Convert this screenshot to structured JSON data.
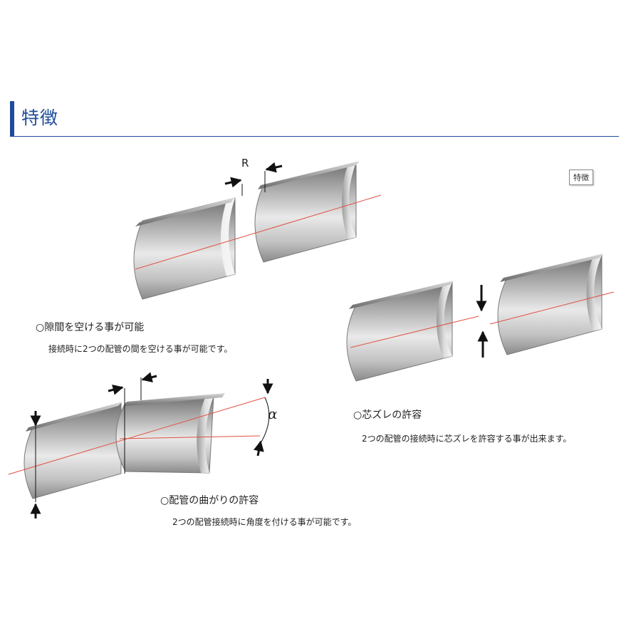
{
  "section": {
    "title": "特徴",
    "tag": "特徴"
  },
  "features": [
    {
      "heading": "○隙間を空ける事が可能",
      "description": "接続時に2つの配管の間を空ける事が可能です。",
      "dimension_label": "R"
    },
    {
      "heading": "○芯ズレの許容",
      "description": "2つの配管の接続時に芯ズレを許容する事が出来ます。"
    },
    {
      "heading": "○配管の曲がりの許容",
      "description": "2つの配管接続時に角度を付ける事が可能です。",
      "angle_label": "α"
    }
  ],
  "colors": {
    "accent": "#1e4b9c",
    "center_line": "#e05040",
    "pipe_dark": "#7d7d7d",
    "pipe_light": "#f2f2f2"
  }
}
